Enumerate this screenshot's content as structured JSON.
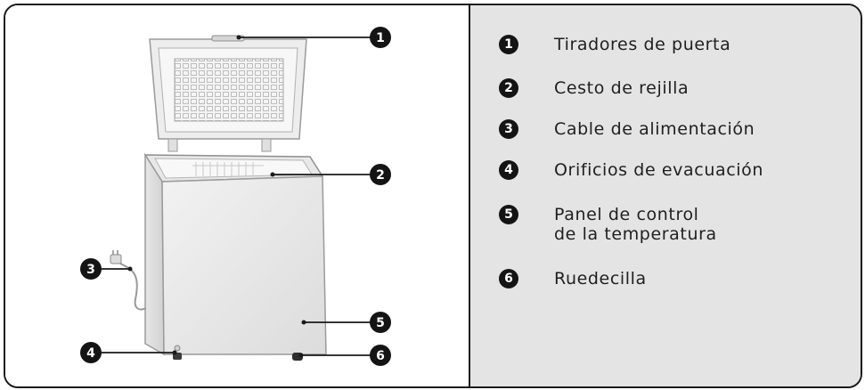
{
  "colors": {
    "panel_background": "#e4e4e4",
    "border": "#1a1a1a",
    "callout_fill": "#141414",
    "callout_text": "#ffffff",
    "text": "#1f1f1f"
  },
  "callouts": [
    {
      "number": "1",
      "target": "door-handle"
    },
    {
      "number": "2",
      "target": "wire-basket"
    },
    {
      "number": "3",
      "target": "power-cable"
    },
    {
      "number": "4",
      "target": "drain-hole"
    },
    {
      "number": "5",
      "target": "temperature-control-panel"
    },
    {
      "number": "6",
      "target": "caster-wheel"
    }
  ],
  "legend": [
    {
      "number": "1",
      "lines": [
        "Tiradores de puerta"
      ]
    },
    {
      "number": "2",
      "lines": [
        "Cesto de rejilla"
      ]
    },
    {
      "number": "3",
      "lines": [
        "Cable de alimentación"
      ]
    },
    {
      "number": "4",
      "lines": [
        "Orificios de evacuación"
      ]
    },
    {
      "number": "5",
      "lines": [
        "Panel de control",
        "de la temperatura"
      ]
    },
    {
      "number": "6",
      "lines": [
        "Ruedecilla"
      ]
    }
  ]
}
